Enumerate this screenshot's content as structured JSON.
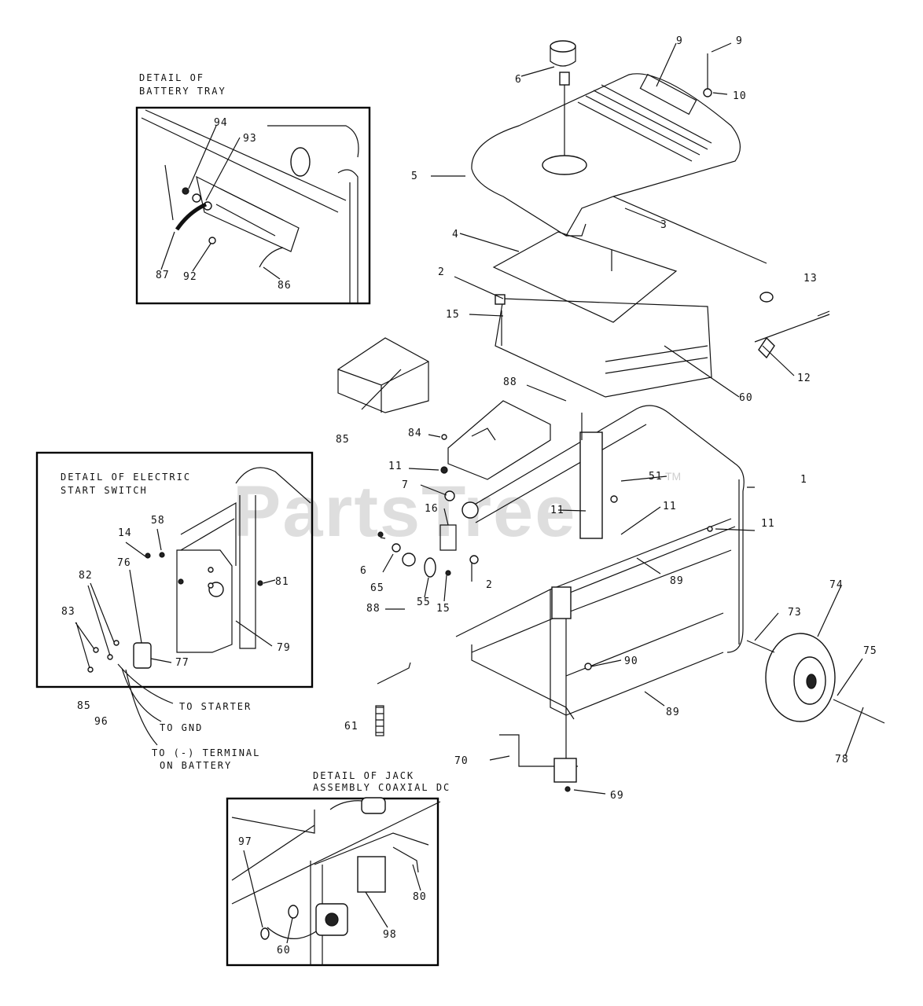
{
  "diagram": {
    "detail_battery_tray": {
      "line1": "DETAIL OF",
      "line2": "BATTERY TRAY"
    },
    "detail_switch": {
      "line1": "DETAIL OF ELECTRIC",
      "line2": "START SWITCH"
    },
    "detail_jack": {
      "line1": "DETAIL OF JACK",
      "line2": "ASSEMBLY COAXIAL DC"
    },
    "notes": {
      "to_starter": "TO STARTER",
      "to_gnd": "TO GND",
      "to_terminal_1": "TO (-) TERMINAL",
      "to_terminal_2": "ON BATTERY"
    },
    "watermark": {
      "brand": "PartsTree",
      "tm": "TM"
    },
    "parts": {
      "p9a": "9",
      "p9b": "9",
      "p6a": "6",
      "p10": "10",
      "p5": "5",
      "p3": "3",
      "p4": "4",
      "p2a": "2",
      "p15a": "15",
      "p13": "13",
      "p12": "12",
      "p60a": "60",
      "p85": "85",
      "p88a": "88",
      "p84": "84",
      "p11a": "11",
      "p51": "51",
      "p1": "1",
      "p7": "7",
      "p16": "16",
      "p11b": "11",
      "p11c": "11",
      "p6b": "6",
      "p2b": "2",
      "p65": "65",
      "p55": "55",
      "p15b": "15",
      "p89a": "89",
      "p73": "73",
      "p74": "74",
      "p75": "75",
      "p88b": "88",
      "p90": "90",
      "p89b": "89",
      "p61": "61",
      "p78": "78",
      "p70": "70",
      "p69": "69",
      "p94": "94",
      "p93": "93",
      "p87": "87",
      "p92": "92",
      "p86": "86",
      "p14": "14",
      "p58": "58",
      "p76": "76",
      "p82": "82",
      "p81": "81",
      "p83": "83",
      "p77": "77",
      "p79": "79",
      "p85s": "85",
      "p96": "96",
      "p97": "97",
      "p80": "80",
      "p60b": "60",
      "p98": "98"
    }
  }
}
